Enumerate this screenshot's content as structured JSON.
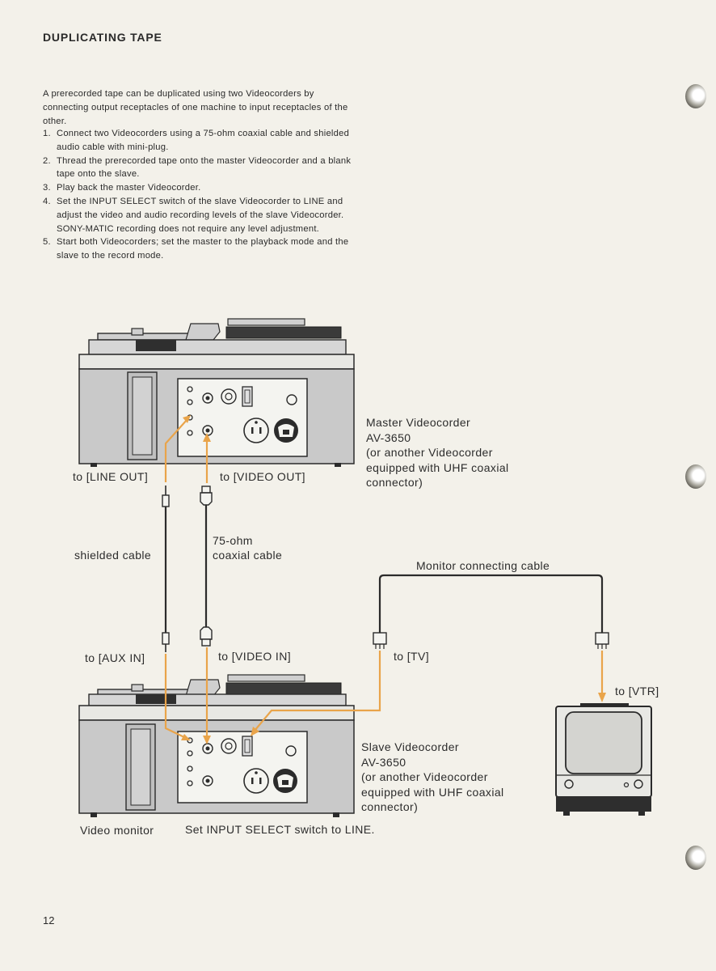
{
  "page": {
    "title": "DUPLICATING TAPE",
    "intro": "A prerecorded tape can be duplicated using two Videocorders by connecting output receptacles of one machine to input receptacles of the other.",
    "steps": [
      {
        "num": "1.",
        "text": "Connect two Videocorders using a 75-ohm coaxial cable and shielded audio cable with mini-plug."
      },
      {
        "num": "2.",
        "text": "Thread the prerecorded tape onto the master Videocorder and a blank tape onto the slave."
      },
      {
        "num": "3.",
        "text": "Play back the master Videocorder."
      },
      {
        "num": "4.",
        "text": "Set the INPUT SELECT switch of the slave Videocorder to LINE and adjust the video and audio recording levels of the slave Videocorder. SONY-MATIC recording does not require any level adjustment."
      },
      {
        "num": "5.",
        "text": "Start both Videocorders; set the master to the playback mode and the slave to the record mode."
      }
    ],
    "page_number": "12"
  },
  "diagram": {
    "master": {
      "lines": [
        "Master Videocorder",
        "AV-3650",
        "(or another Videocorder",
        "equipped with UHF coaxial",
        "connector)"
      ]
    },
    "slave": {
      "lines": [
        "Slave Videocorder",
        "AV-3650",
        "(or another Videocorder",
        "equipped with UHF coaxial",
        "connector)"
      ]
    },
    "labels": {
      "line_out": "to [LINE OUT]",
      "video_out": "to [VIDEO OUT]",
      "shielded_cable": "shielded cable",
      "coax_line1": "75-ohm",
      "coax_line2": "coaxial cable",
      "monitor_cable": "Monitor connecting cable",
      "aux_in": "to [AUX IN]",
      "video_in": "to [VIDEO IN]",
      "tv": "to [TV]",
      "vtr": "to [VTR]",
      "video_monitor": "Video monitor",
      "input_select": "Set INPUT SELECT switch to LINE."
    },
    "colors": {
      "cable": "#e9a44a",
      "deck_body": "#c9c9c9",
      "deck_outline": "#2b2b2b",
      "panel": "#f4f4f0"
    }
  }
}
